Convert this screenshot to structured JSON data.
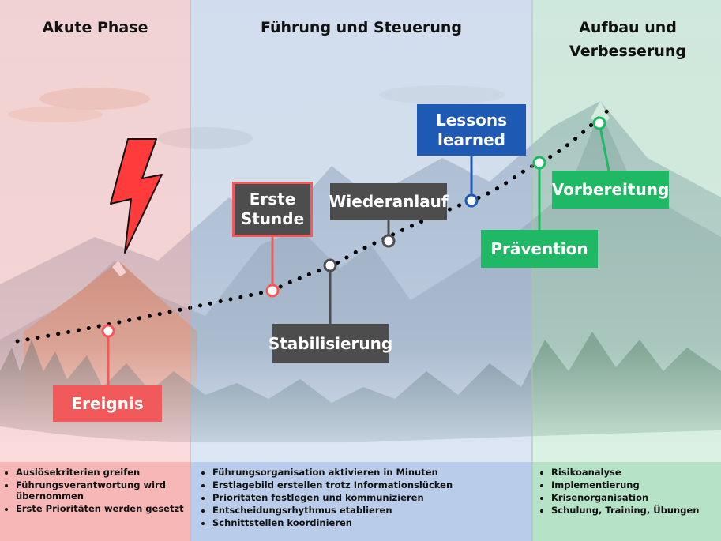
{
  "colors": {
    "acute": "#f7b7b7",
    "steering": "#b9cdea",
    "improvement": "#b6e3c7",
    "red": "#f05a5a",
    "grey": "#4d4d4d",
    "blue": "#1e5ab4",
    "green": "#1fb865"
  },
  "phases": [
    {
      "title": "Akute Phase"
    },
    {
      "title": "Führung und Steuerung"
    },
    {
      "title": "Aufbau und Verbesserung"
    }
  ],
  "milestones": {
    "ereignis": "Ereignis",
    "erste_stunde": "Erste Stunde",
    "stabilisierung": "Stabilisierung",
    "wiederanlauf": "Wiederanlauf",
    "lessons_learned": "Lessons learned",
    "praevention": "Prävention",
    "vorbereitung": "Vorbereitung"
  },
  "panels": {
    "acute": [
      "Auslösekriterien greifen",
      "Führungsverantwortung wird übernommen",
      "Erste Prioritäten werden gesetzt"
    ],
    "steering": [
      "Führungsorganisation aktivieren in Minuten",
      "Erstlagebild erstellen trotz Informationslücken",
      "Prioritäten festlegen und kommunizieren",
      "Entscheidungsrhythmus etablieren",
      "Schnittstellen koordinieren"
    ],
    "improvement": [
      "Risikoanalyse",
      "Implementierung",
      "Krisenorganisation",
      "Schulung, Training, Übungen"
    ]
  },
  "icons": {
    "event": "lightning-bolt-icon"
  }
}
